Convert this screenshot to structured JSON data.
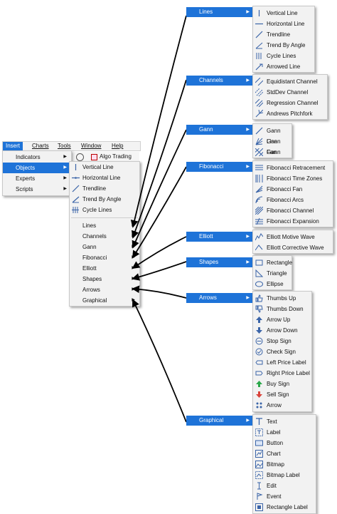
{
  "menubar": [
    "Insert",
    "Charts",
    "Tools",
    "Window",
    "Help"
  ],
  "algo_trading": "Algo Trading",
  "insert_menu": [
    "Indicators",
    "Objects",
    "Experts",
    "Scripts"
  ],
  "objects_menu": {
    "top": [
      "Vertical Line",
      "Horizontal Line",
      "Trendline",
      "Trend By Angle",
      "Cycle Lines"
    ],
    "groups": [
      "Lines",
      "Channels",
      "Gann",
      "Fibonacci",
      "Elliott",
      "Shapes",
      "Arrows",
      "Graphical"
    ]
  },
  "submenus": {
    "lines": {
      "title": "Lines",
      "items": [
        "Vertical Line",
        "Horizontal Line",
        "Trendline",
        "Trend By Angle",
        "Cycle Lines",
        "Arrowed Line"
      ]
    },
    "channels": {
      "title": "Channels",
      "items": [
        "Equidistant Channel",
        "StdDev Channel",
        "Regression Channel",
        "Andrews Pitchfork"
      ]
    },
    "gann": {
      "title": "Gann",
      "items": [
        "Gann Line",
        "Gann Fan",
        "Gann Grid"
      ]
    },
    "fibonacci": {
      "title": "Fibonacci",
      "items": [
        "Fibonacci Retracement",
        "Fibonacci Time Zones",
        "Fibonacci Fan",
        "Fibonacci Arcs",
        "Fibonacci Channel",
        "Fibonacci Expansion"
      ]
    },
    "elliott": {
      "title": "Elliott",
      "items": [
        "Elliott Motive Wave",
        "Elliott Corrective Wave"
      ]
    },
    "shapes": {
      "title": "Shapes",
      "items": [
        "Rectangle",
        "Triangle",
        "Ellipse"
      ]
    },
    "arrows": {
      "title": "Arrows",
      "items": [
        "Thumbs Up",
        "Thumbs Down",
        "Arrow Up",
        "Arrow Down",
        "Stop Sign",
        "Check Sign",
        "Left Price Label",
        "Right Price Label",
        "Buy Sign",
        "Sell Sign",
        "Arrow"
      ]
    },
    "graphical": {
      "title": "Graphical",
      "items": [
        "Text",
        "Label",
        "Button",
        "Chart",
        "Bitmap",
        "Bitmap Label",
        "Edit",
        "Event",
        "Rectangle Label"
      ]
    }
  },
  "colors": {
    "accent": "#1e73d8",
    "menu_bg": "#f2f2f2",
    "icon": "#3a64a8"
  }
}
